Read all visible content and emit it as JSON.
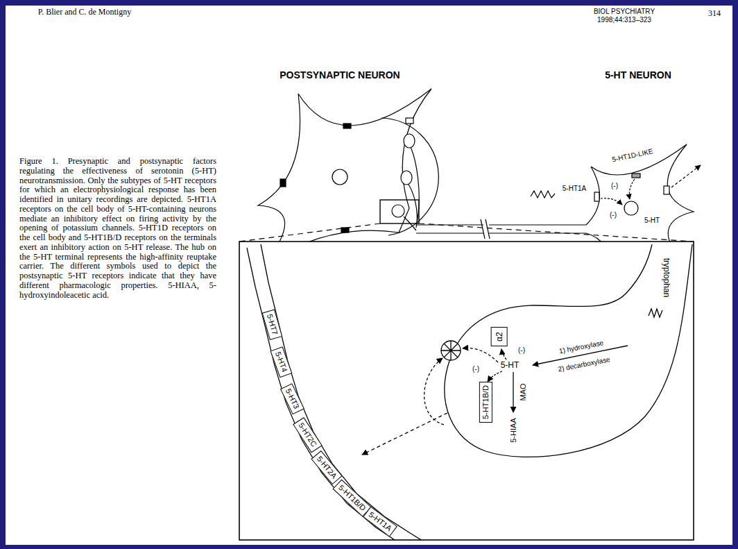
{
  "diagram": {
    "caption": "Figure 1. Presynaptic and postsynaptic factors regulating the effectiveness of serotonin (5-HT) neurotransmission. Only the subtypes of 5-HT receptors for which an electrophysiological response has been identified in unitary recordings are depicted. 5-HT1A receptors on the cell body of 5-HT-containing neurons mediate an inhibitory effect on firing activity by the opening of potassium channels. 5-HT1D receptors on the cell body and 5-HT1B/D receptors on the terminals exert an inhibitory action on 5-HT release. The hub on the 5-HT terminal represents the high-affinity reuptake carrier. The different symbols used to depict the postsynaptic 5-HT receptors indicate that they have different pharmacologic properties. 5-HIAA, 5-hydroxyindoleacetic acid.",
    "nodes": [
      {
        "text": [
          "5-HT7"
        ]
      },
      {
        "text": [
          "5-HT4"
        ]
      },
      {
        "text": [
          "5-HT3"
        ]
      },
      {
        "text": [
          "5-HT2C"
        ]
      },
      {
        "text": [
          "5-HT2A"
        ]
      },
      {
        "text": [
          "5-HT1B/D"
        ]
      },
      {
        "text": [
          "5-HT1A"
        ]
      },
      {
        "text": [
          "α2"
        ]
      },
      {
        "text": [
          "5-HT1B/D"
        ]
      }
    ],
    "labels": [
      "P. Blier and C. de Montigny",
      "BIOL PSYCHIATRY 1998;44:313–323",
      "314",
      "POSTSYNAPTIC NEURON",
      "5-HT NEURON",
      "5-HT1D-LIKE",
      "5-HT1A",
      "5-HT",
      "(-)",
      "(-)",
      "tryptophan",
      "1) hydroxylase",
      "2) decarboxylase",
      "5-HT",
      "MAO",
      "5-HIAA",
      "(-)",
      "(-)"
    ]
  }
}
